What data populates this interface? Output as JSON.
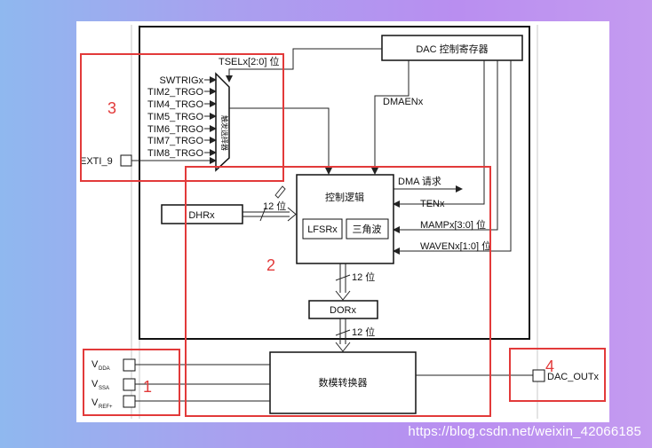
{
  "diagram": {
    "dac_register": "DAC 控制寄存器",
    "tsel_label": "TSELx[2:0] 位",
    "triggers": [
      "SWTRIGx",
      "TIM2_TRGO",
      "TIM4_TRGO",
      "TIM5_TRGO",
      "TIM6_TRGO",
      "TIM7_TRGO",
      "TIM8_TRGO"
    ],
    "exti": "EXTI_9",
    "mux_label": "触发选择器",
    "dmaen": "DMAENx",
    "control_logic": "控制逻辑",
    "dma_request": "DMA 请求",
    "ten": "TENx",
    "mamp": "MAMPx[3:0] 位",
    "wave": "WAVENx[1:0] 位",
    "dhr": "DHRx",
    "bits12": "12 位",
    "lfsr": "LFSRx",
    "triangle": "三角波",
    "dor": "DORx",
    "converter": "数模转换器",
    "vdda": "V",
    "vdda_sub": "DDA",
    "vssa": "V",
    "vssa_sub": "SSA",
    "vref": "V",
    "vref_sub": "REF+",
    "dac_out": "DAC_OUTx",
    "annotations": [
      "1",
      "2",
      "3",
      "4"
    ]
  },
  "watermark": "https://blog.csdn.net/weixin_42066185",
  "colors": {
    "annotation": "#e23a3a",
    "line": "#222222"
  }
}
